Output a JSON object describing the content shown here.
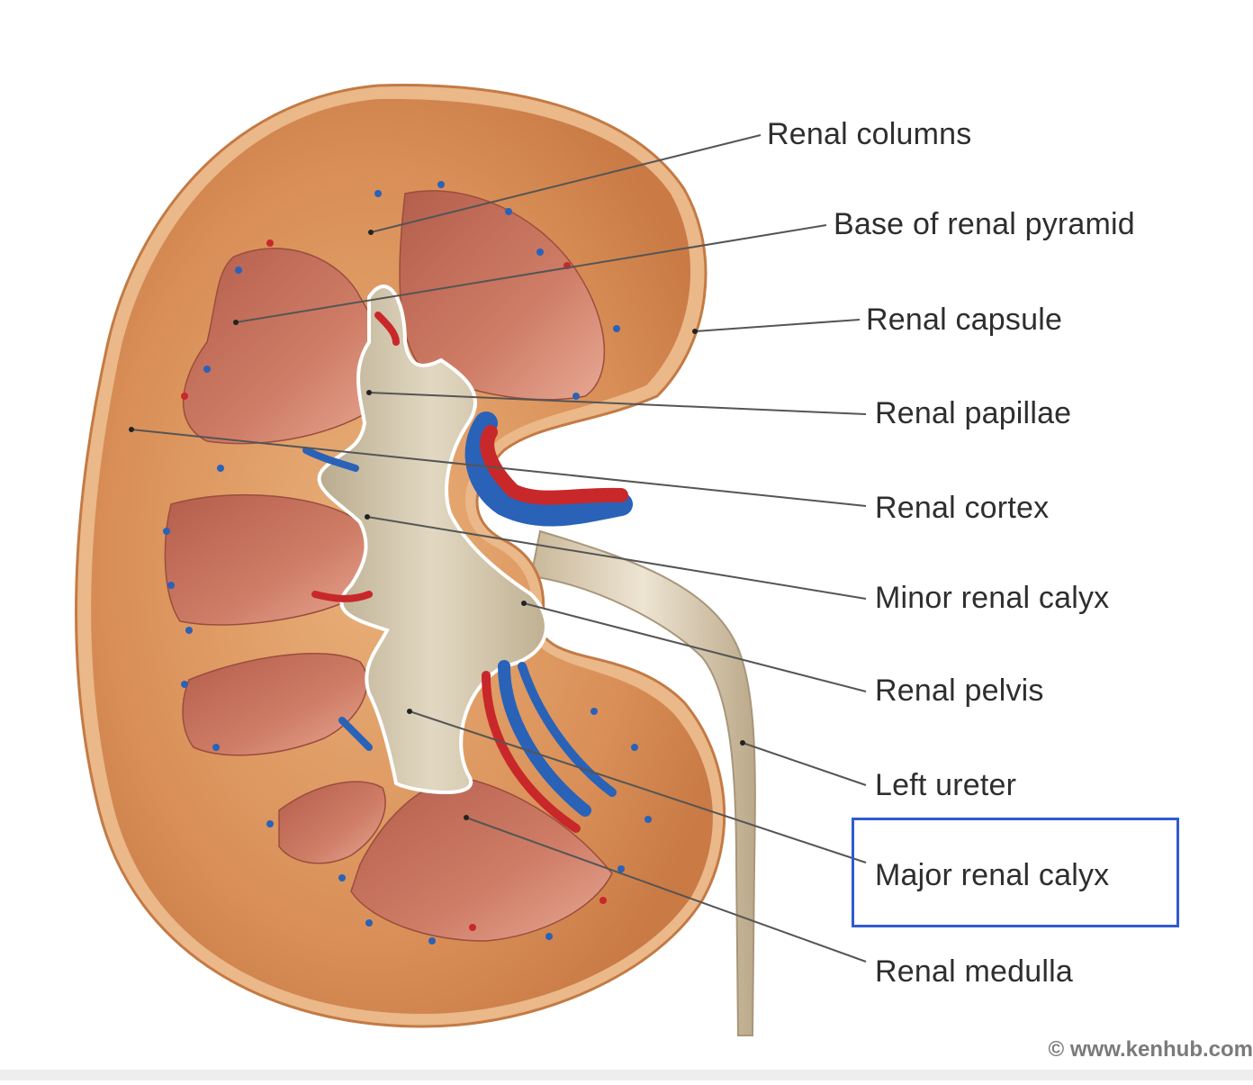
{
  "labels": [
    {
      "key": "renal_columns",
      "text": "Renal columns"
    },
    {
      "key": "base_of_renal_pyramid",
      "text": "Base of renal pyramid"
    },
    {
      "key": "renal_capsule",
      "text": "Renal capsule"
    },
    {
      "key": "renal_papillae",
      "text": "Renal papillae"
    },
    {
      "key": "renal_cortex",
      "text": "Renal cortex"
    },
    {
      "key": "minor_renal_calyx",
      "text": "Minor renal calyx"
    },
    {
      "key": "renal_pelvis",
      "text": "Renal pelvis"
    },
    {
      "key": "left_ureter",
      "text": "Left ureter"
    },
    {
      "key": "major_renal_calyx",
      "text": "Major renal calyx"
    },
    {
      "key": "renal_medulla",
      "text": "Renal medulla"
    }
  ],
  "highlighted_label": "Major renal calyx",
  "watermark": "© www.kenhub.com",
  "colors": {
    "cortex": "#d9925a",
    "capsule": "#e9b98e",
    "pyramid": "#c96f5a",
    "pelvis": "#cfc3a6",
    "artery": "#c8282a",
    "vein": "#2a62b8",
    "highlight": "#2f5bd3",
    "leader_line": "#555555"
  }
}
